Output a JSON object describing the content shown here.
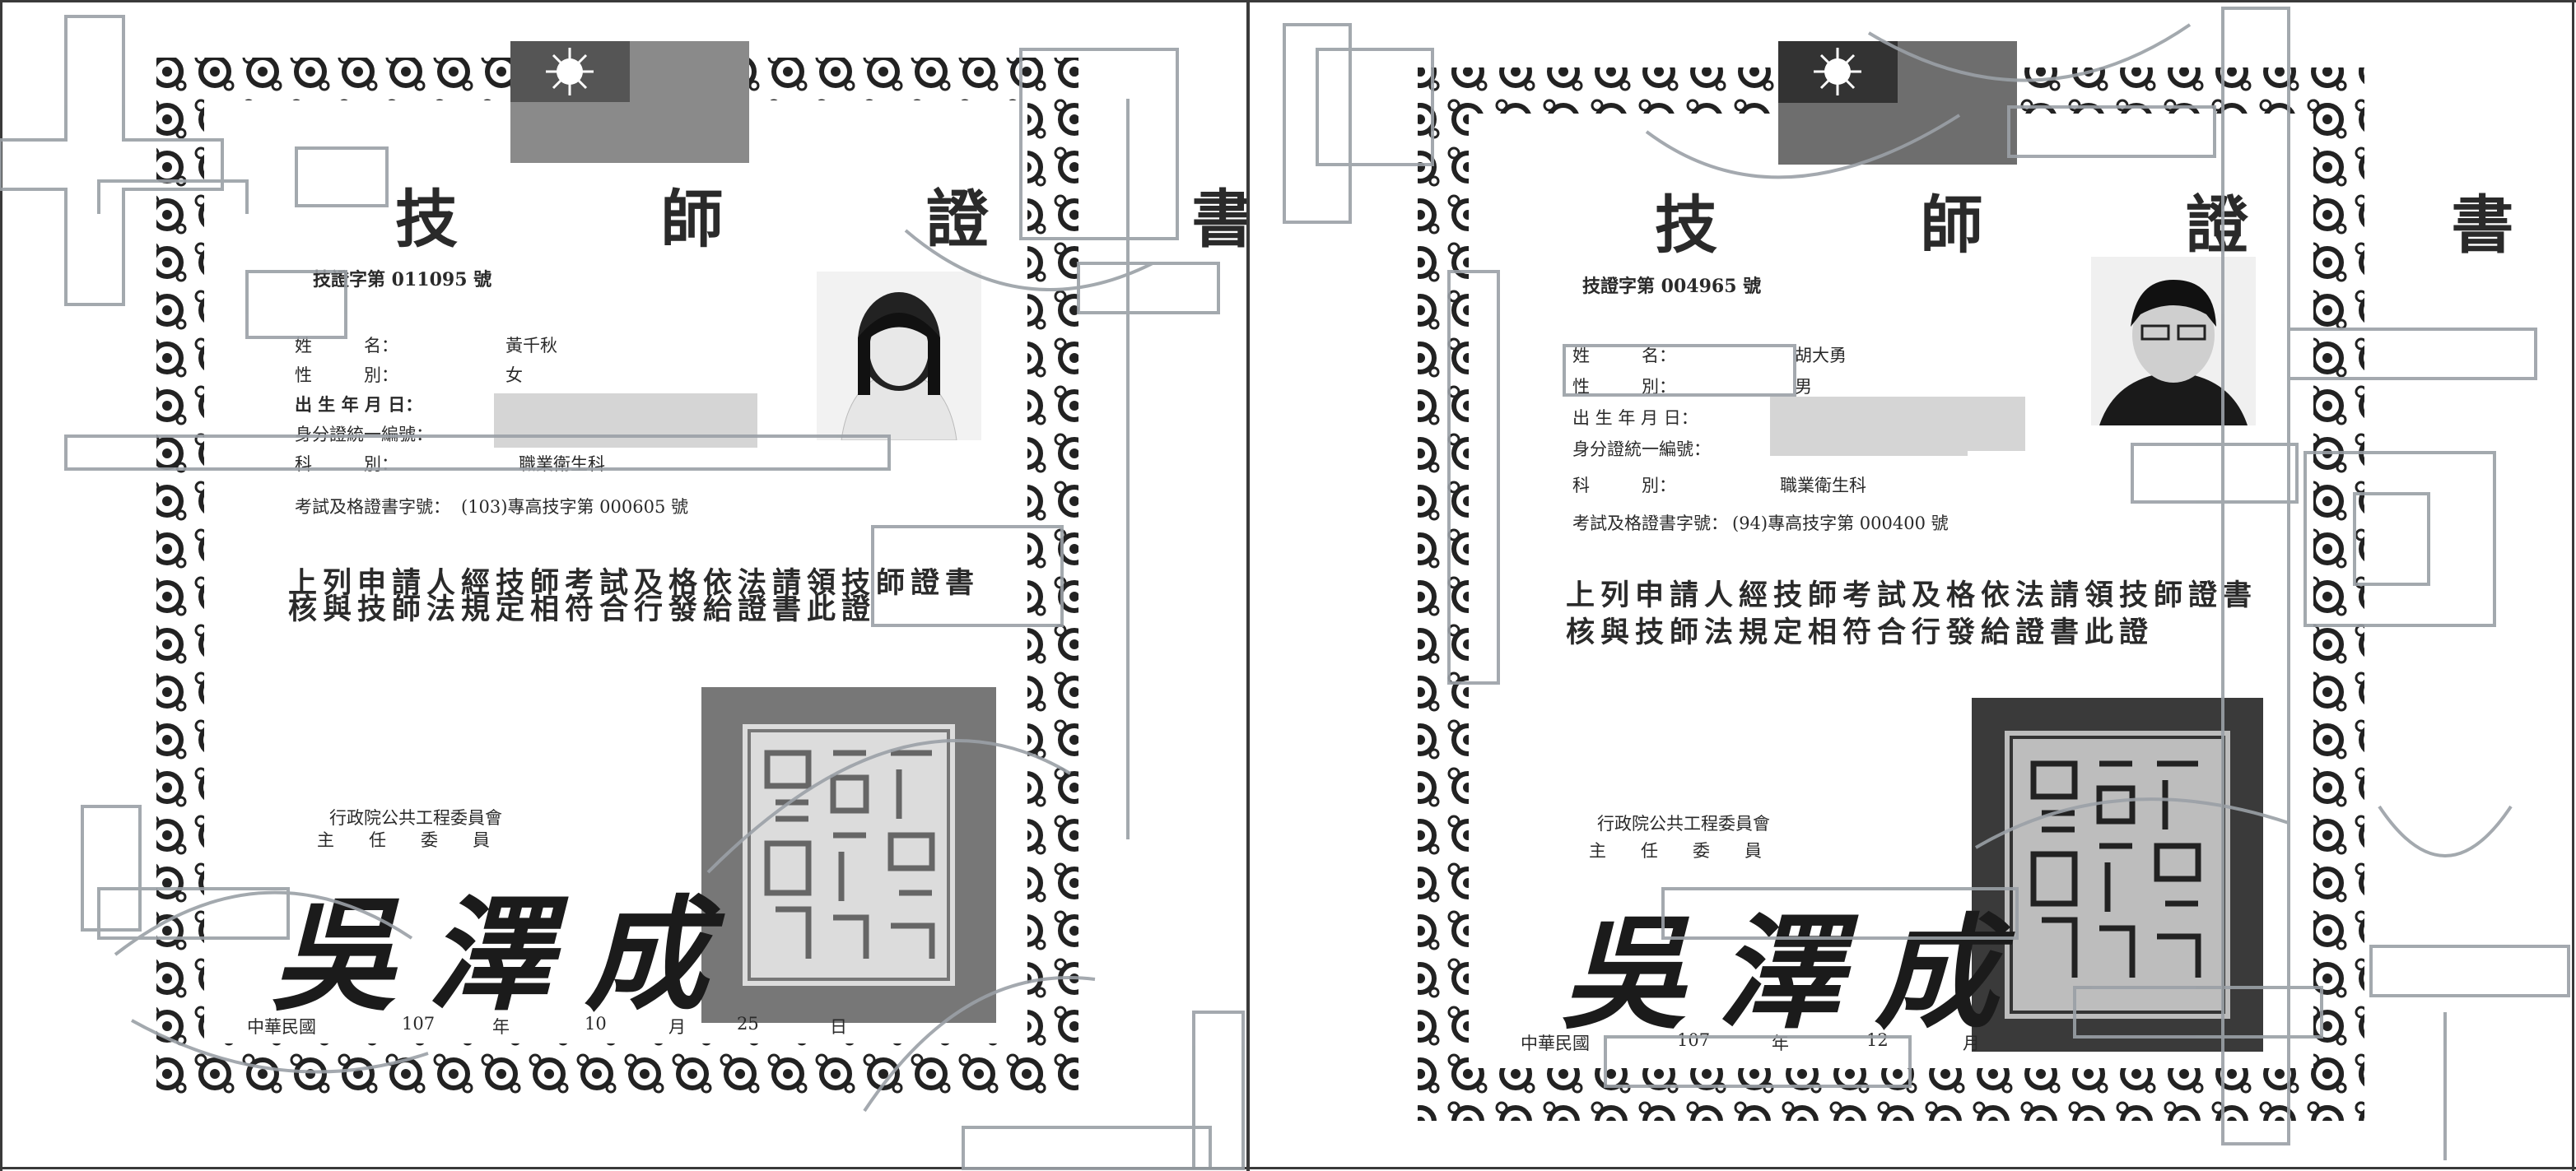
{
  "colors": {
    "ink": "#2a2a2a",
    "flag_blue": "#555555",
    "flag_red": "#8a8a8a",
    "seal": "#777777",
    "watermark": "#9aa0a6"
  },
  "icons": {
    "flag": "roc-flag-icon",
    "seal": "official-seal-icon",
    "photo": "portrait-photo-icon"
  },
  "left": {
    "title": "技 師 證 書",
    "cert_no": "技證字第 011095 號",
    "fields": [
      {
        "label": "姓　　　名：",
        "value": "黃千秋"
      },
      {
        "label": "性　　　別：",
        "value": "女"
      },
      {
        "label": "出 生 年 月 日：",
        "value": ""
      },
      {
        "label": "身分證統一編號：",
        "value": ""
      },
      {
        "label": "科　　　別：",
        "value": "職業衛生科"
      },
      {
        "label": "考試及格證書字號：",
        "value": "(103)專高技字第 000605 號"
      }
    ],
    "body_line1": "上列申請人經技師考試及格依法請領技師證書",
    "body_line2": "核與技師法規定相符合行發給證書此證",
    "dept_line1": "行政院公共工程委員會",
    "dept_line2": "主　　任　　委　　員",
    "signature": "吳澤成",
    "date": {
      "era": "中華民國",
      "year": "107",
      "year_unit": "年",
      "month": "10",
      "month_unit": "月",
      "day": "25",
      "day_unit": "日"
    }
  },
  "right": {
    "title": "技 師 證 書",
    "cert_no": "技證字第 004965 號",
    "fields": [
      {
        "label": "姓　　　名：",
        "value": "胡大勇"
      },
      {
        "label": "性　　　別：",
        "value": "男"
      },
      {
        "label": "出 生 年 月 日：",
        "value": ""
      },
      {
        "label": "身分證統一編號：",
        "value": ""
      },
      {
        "label": "科　　　別：",
        "value": "職業衛生科"
      },
      {
        "label": "考試及格證書字號：",
        "value": "(94)專高技字第 000400 號"
      }
    ],
    "body_line1": "上列申請人經技師考試及格依法請領技師證書",
    "body_line2": "核與技師法規定相符合行發給證書此證",
    "dept_line1": "行政院公共工程委員會",
    "dept_line2": "主　　任　　委　　員",
    "signature": "吳澤成",
    "date": {
      "era": "中華民國",
      "year": "107",
      "year_unit": "年",
      "month": "12",
      "month_unit": "月"
    }
  }
}
